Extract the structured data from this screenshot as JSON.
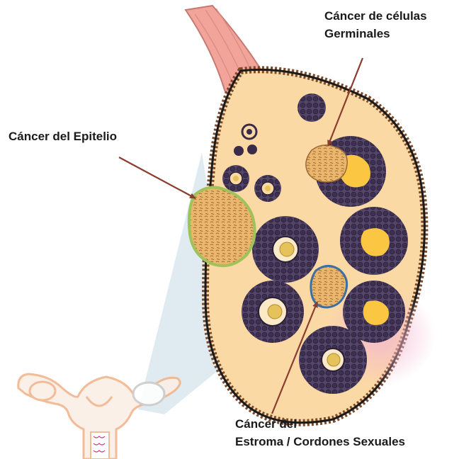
{
  "labels": {
    "germ_cell": {
      "line1": "Cáncer de células",
      "line2": "Germinales"
    },
    "epithelial": {
      "line1": "Cáncer del Epitelio"
    },
    "stromal": {
      "line1": "Cáncer del",
      "line2": "Estroma / Cordones Sexuales"
    }
  },
  "colors": {
    "ovary_fill": "#fbd9a4",
    "ovary_outline": "#1c1a1a",
    "follicle_cells": "#4a3a58",
    "tumor": "#e8b76a",
    "arrow": "#8a3d30",
    "ligament": "#f2a39a",
    "uterus": "#f3c6a8",
    "zoom_shade": "#dbe7ef"
  }
}
